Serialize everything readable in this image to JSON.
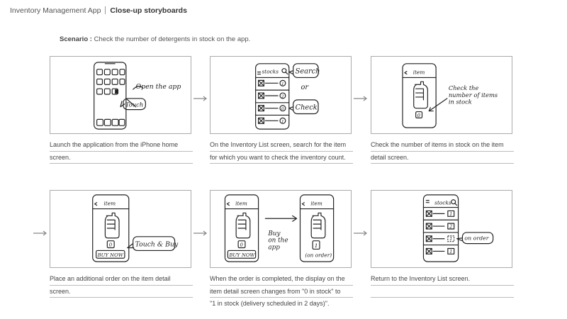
{
  "header": {
    "app_name": "Inventory Management App",
    "title": "Close-up storyboards"
  },
  "scenario": {
    "label": "Scenario :",
    "text": "Check the number of detergents in stock on the app."
  },
  "frames": [
    {
      "sketch_text": [
        "Open the app",
        "Touch"
      ],
      "caption": [
        "Launch the application from the iPhone home",
        "screen."
      ]
    },
    {
      "sketch_text": [
        "stocks",
        "Search",
        "or",
        "Check",
        "1",
        "2",
        "0",
        "1"
      ],
      "caption": [
        "On the Inventory List screen, search for the item",
        "for which you want to check the inventory count."
      ]
    },
    {
      "sketch_text": [
        "item",
        "0",
        "Check the",
        "number of items",
        "in stock"
      ],
      "caption": [
        "Check the number of items in stock on the item",
        "detail screen."
      ]
    },
    {
      "sketch_text": [
        "item",
        "0",
        "BUY NOW",
        "Touch & Buy"
      ],
      "caption": [
        "Place an additional order on the item detail",
        "screen."
      ]
    },
    {
      "sketch_text": [
        "item",
        "0",
        "BUY NOW",
        "Buy",
        "on the",
        "app",
        "item",
        "1",
        "(on order)"
      ],
      "caption": [
        "When the order is completed, the display on the",
        "item detail screen changes from \"0 in stock\" to",
        "\"1 in stock (delivery scheduled in 2 days)\"."
      ]
    },
    {
      "sketch_text": [
        "stocks",
        "1",
        "2",
        "1",
        "1",
        "on order"
      ],
      "caption": [
        "Return to the Inventory List screen.",
        ""
      ]
    }
  ],
  "colors": {
    "frame_border": "#aaaaaa",
    "arrow": "#888888",
    "text": "#444444"
  }
}
